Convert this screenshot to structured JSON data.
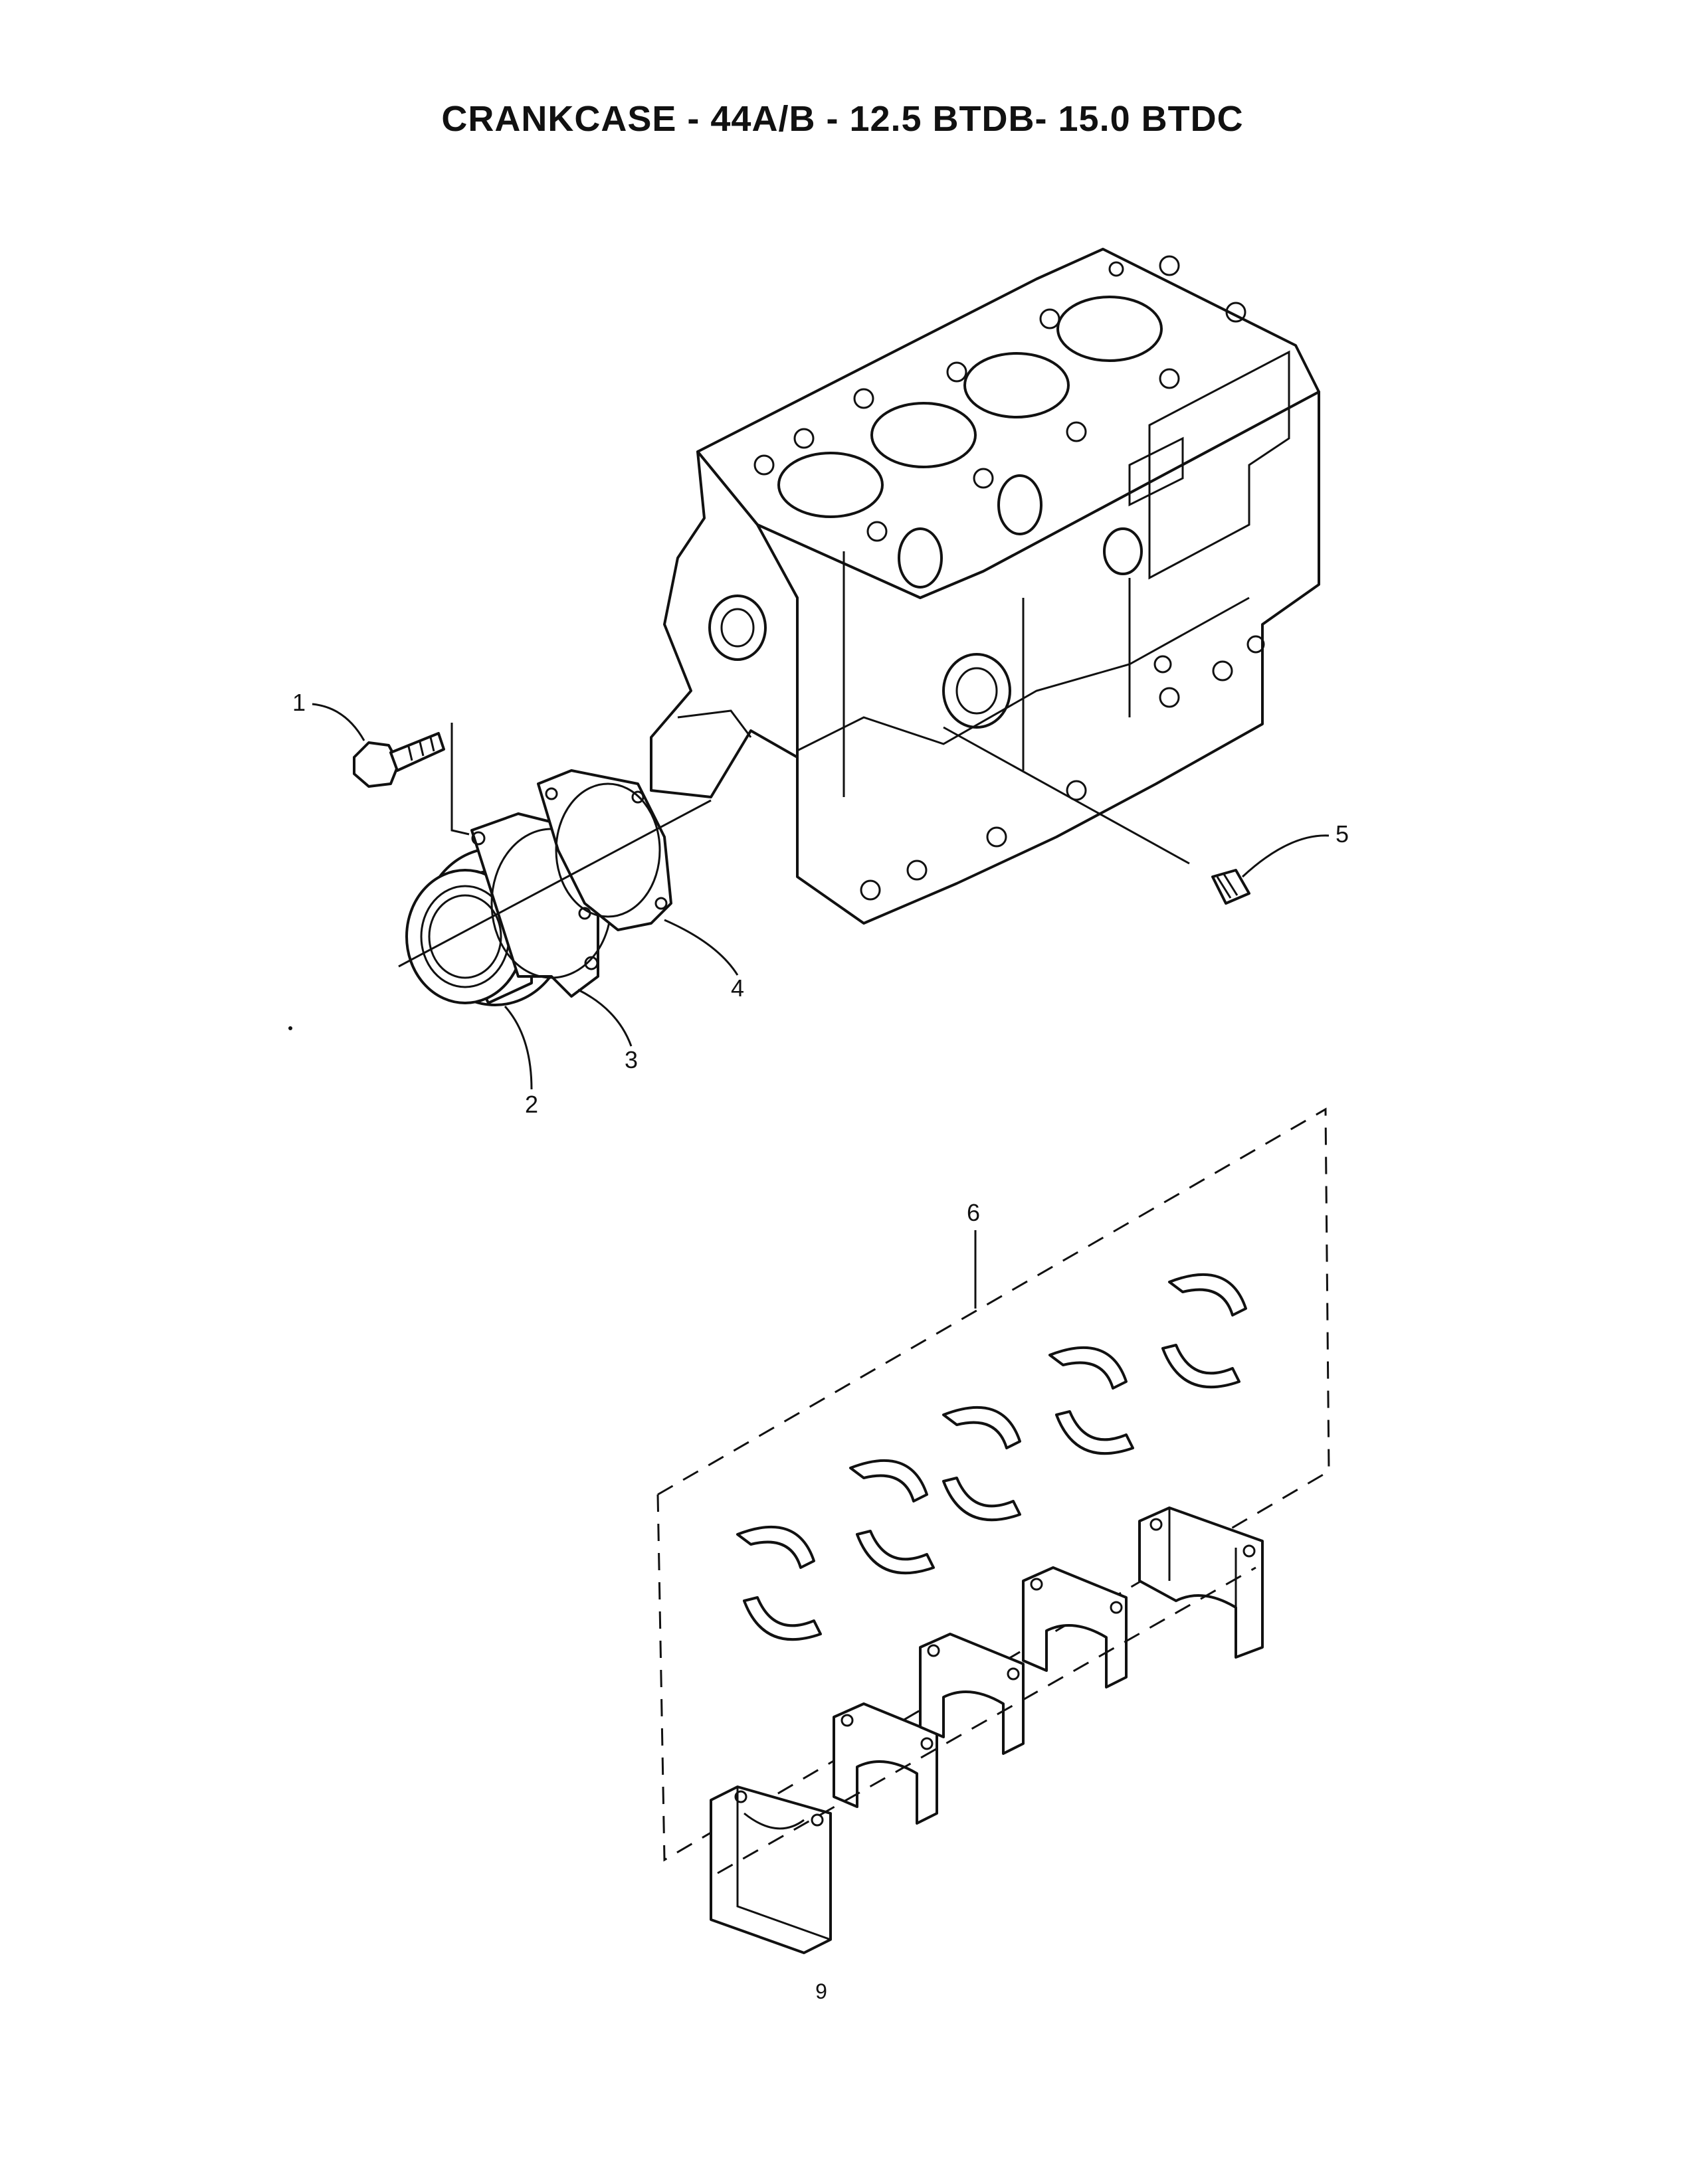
{
  "title": "CRANKCASE - 44A/B - 12.5 BTDB- 15.0 BTDC",
  "page_number": "9",
  "callouts": [
    {
      "id": "1",
      "part": "bolt"
    },
    {
      "id": "2",
      "part": "seal-ring"
    },
    {
      "id": "3",
      "part": "seal-housing"
    },
    {
      "id": "4",
      "part": "gasket"
    },
    {
      "id": "5",
      "part": "plug"
    },
    {
      "id": "6",
      "part": "main-bearing-shells-kit"
    }
  ]
}
